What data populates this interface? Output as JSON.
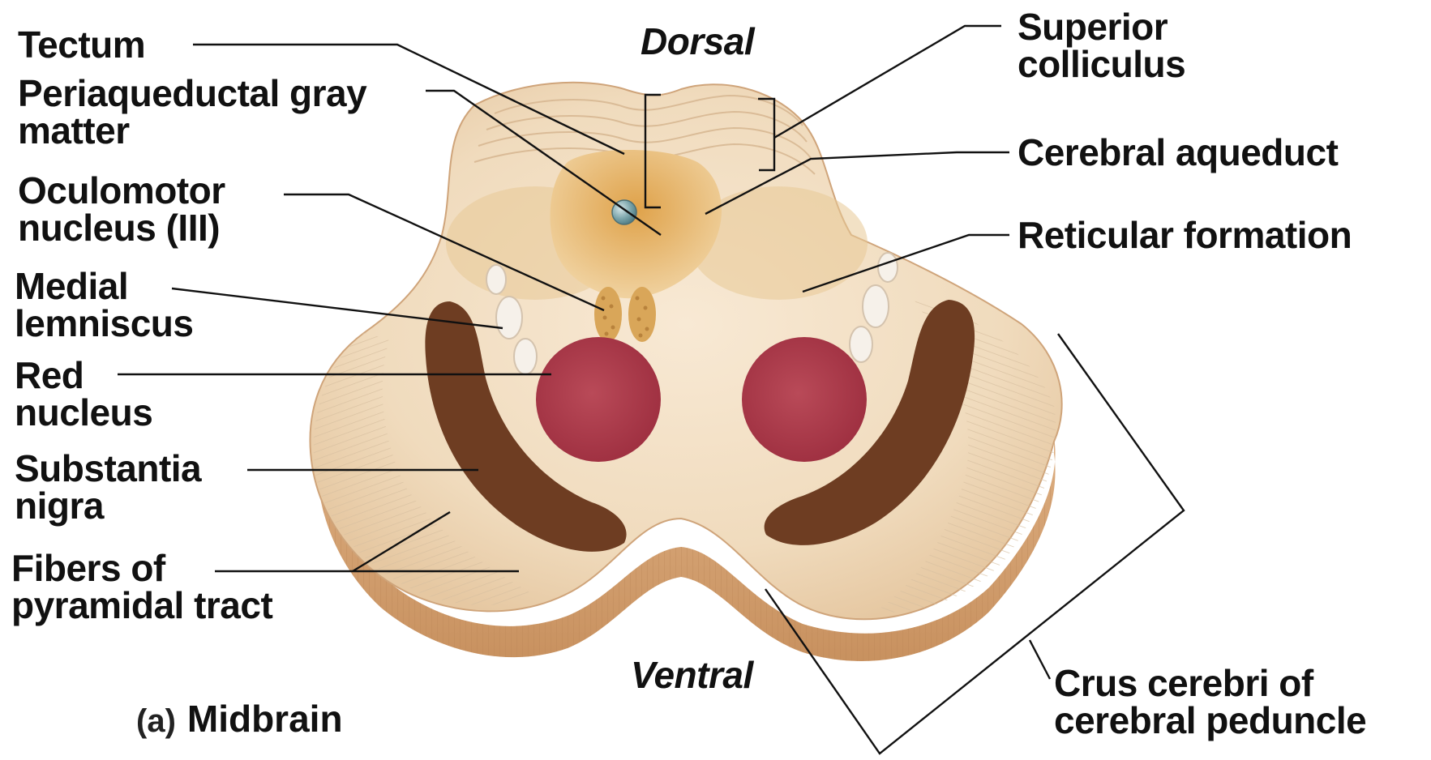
{
  "orientation": {
    "dorsal": "Dorsal",
    "ventral": "Ventral"
  },
  "caption": {
    "tag": "(a)",
    "title": "Midbrain"
  },
  "labels": {
    "tectum": "Tectum",
    "periaqueductal": "Periaqueductal gray\nmatter",
    "oculomotor": "Oculomotor\nnucleus (III)",
    "medial_lemniscus": "Medial\nlemniscus",
    "red_nucleus": "Red\nnucleus",
    "substantia_nigra": "Substantia\nnigra",
    "pyramidal_fibers": "Fibers of\npyramidal tract",
    "superior_colliculus": "Superior\ncolliculus",
    "cerebral_aqueduct": "Cerebral aqueduct",
    "reticular_formation": "Reticular formation",
    "crus_cerebri": "Crus cerebri of\ncerebral peduncle"
  },
  "colors": {
    "tissue_light": "#f2dcc0",
    "tissue_side": "#d7a778",
    "gray_matter": "#e2aa55",
    "red_nucleus": "#b23a4a",
    "substantia_nigra": "#6e3d22",
    "aqueduct": "#6f9aa0"
  }
}
